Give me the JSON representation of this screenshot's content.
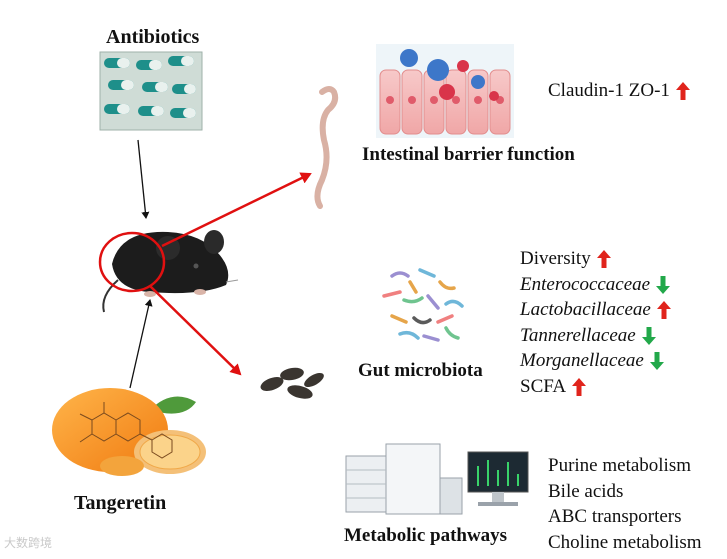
{
  "antibiotics_label": "Antibiotics",
  "tangeretin_label": "Tangeretin",
  "barrier": {
    "title": "Intestinal barrier function",
    "markers": "Claudin-1 ZO-1",
    "marker_trend": "up"
  },
  "microbiota": {
    "title": "Gut microbiota",
    "items": [
      {
        "text": "Diversity",
        "italic": false,
        "trend": "up"
      },
      {
        "text": "Enterococcaceae",
        "italic": true,
        "trend": "down"
      },
      {
        "text": "Lactobacillaceae",
        "italic": true,
        "trend": "up"
      },
      {
        "text": "Tannerellaceae",
        "italic": true,
        "trend": "down"
      },
      {
        "text": "Morganellaceae",
        "italic": true,
        "trend": "down"
      },
      {
        "text": "SCFA",
        "italic": false,
        "trend": "up"
      }
    ]
  },
  "metabolic": {
    "title": "Metabolic pathways",
    "items": [
      "Purine metabolism",
      "Bile acids",
      "ABC transporters",
      "Choline metabolism"
    ]
  },
  "colors": {
    "up": "#e0241c",
    "down": "#22a84a",
    "connector": "#e01010"
  },
  "icons": [
    "antibiotic-pills-icon",
    "tangerine-molecule-icon",
    "mouse-icon",
    "intestine-icon",
    "epithelium-icon",
    "bacteria-cluster-icon",
    "feces-icon",
    "lab-instrument-icon"
  ],
  "watermark": "大数跨境"
}
